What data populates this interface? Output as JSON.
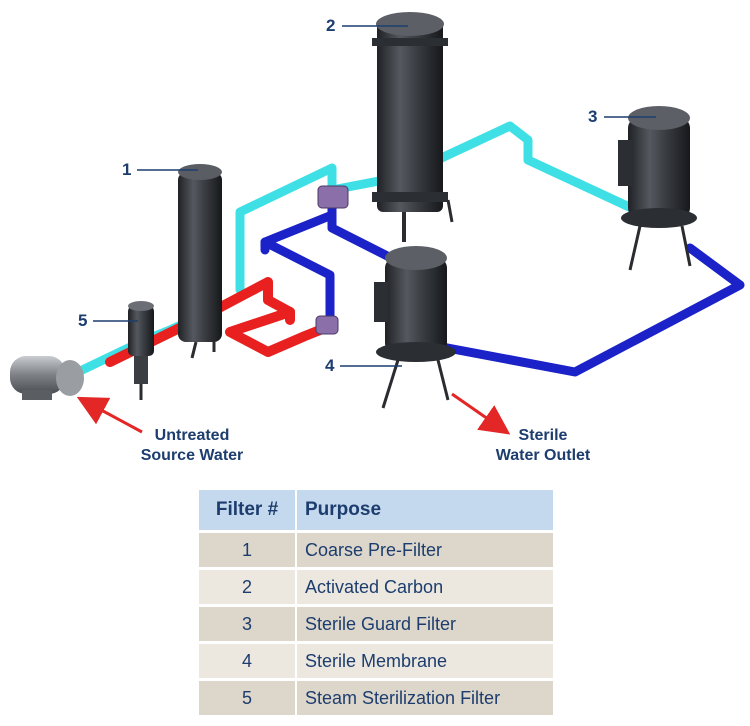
{
  "callouts": [
    {
      "id": "1",
      "label": "1"
    },
    {
      "id": "2",
      "label": "2"
    },
    {
      "id": "3",
      "label": "3"
    },
    {
      "id": "4",
      "label": "4"
    },
    {
      "id": "5",
      "label": "5"
    }
  ],
  "captions": {
    "inlet_line1": "Untreated",
    "inlet_line2": "Source Water",
    "outlet_line1": "Sterile",
    "outlet_line2": "Water Outlet"
  },
  "colors": {
    "inlet_pipe": "#3ee0e6",
    "steam_pipe": "#e82020",
    "outlet_pipe": "#1a22c8",
    "housing": "#3a3d42",
    "callout_text": "#1c3d6e",
    "arrow": "#e32626"
  },
  "table": {
    "headers": {
      "filter": "Filter #",
      "purpose": "Purpose"
    },
    "rows": [
      {
        "filter": "1",
        "purpose": "Coarse Pre-Filter"
      },
      {
        "filter": "2",
        "purpose": "Activated Carbon"
      },
      {
        "filter": "3",
        "purpose": "Sterile Guard Filter"
      },
      {
        "filter": "4",
        "purpose": "Sterile Membrane"
      },
      {
        "filter": "5",
        "purpose": "Steam Sterilization Filter"
      }
    ]
  }
}
